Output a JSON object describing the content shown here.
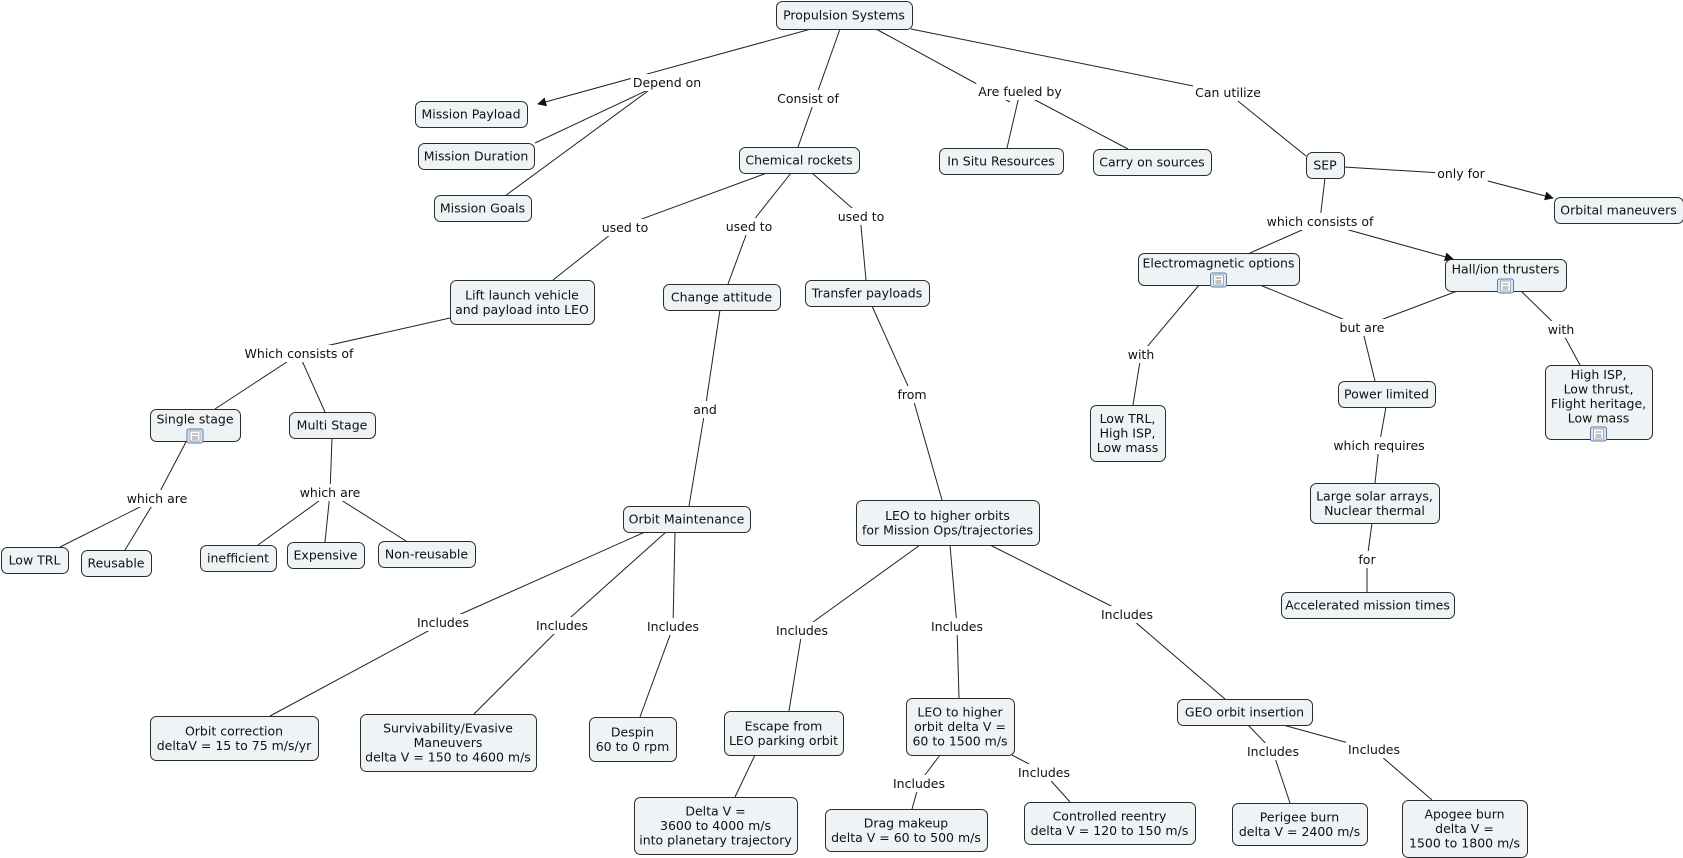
{
  "nodes": {
    "propulsion": [
      "Propulsion Systems"
    ],
    "payload": [
      "Mission Payload"
    ],
    "duration": [
      "Mission Duration"
    ],
    "goals": [
      "Mission Goals"
    ],
    "chemical": [
      "Chemical rockets"
    ],
    "insitu": [
      "In Situ Resources"
    ],
    "carryon": [
      "Carry on sources"
    ],
    "sep": [
      "SEP"
    ],
    "orbitalman": [
      "Orbital maneuvers"
    ],
    "liftlaunch": [
      "Lift launch vehicle",
      "and payload into LEO"
    ],
    "changeatt": [
      "Change attitude"
    ],
    "transfer": [
      "Transfer payloads"
    ],
    "electro": [
      "Electromagnetic options"
    ],
    "hallion": [
      "Hall/ion thrusters"
    ],
    "single": [
      "Single stage"
    ],
    "multi": [
      "Multi Stage"
    ],
    "lowtrl_high": [
      "Low TRL,",
      "High ISP,",
      "Low mass"
    ],
    "powerlim": [
      "Power limited"
    ],
    "highisp": [
      "High ISP,",
      "Low thrust,",
      "Flight heritage,",
      "Low mass"
    ],
    "lowtrl": [
      "Low TRL"
    ],
    "reusable": [
      "Reusable"
    ],
    "inefficient": [
      "inefficient"
    ],
    "expensive": [
      "Expensive"
    ],
    "nonreusable": [
      "Non-reusable"
    ],
    "orbitmaint": [
      "Orbit Maintenance"
    ],
    "leohigher": [
      "LEO to higher orbits",
      "for Mission Ops/trajectories"
    ],
    "solar": [
      "Large solar arrays,",
      "Nuclear thermal"
    ],
    "accel": [
      "Accelerated mission times"
    ],
    "orbitcorr": [
      "Orbit correction",
      "deltaV = 15 to 75 m/s/yr"
    ],
    "surviv": [
      "Survivability/Evasive",
      "Maneuvers",
      "delta V = 150 to 4600 m/s"
    ],
    "despin": [
      "Despin",
      "60 to 0 rpm"
    ],
    "escape": [
      "Escape from",
      "LEO parking orbit"
    ],
    "leohigher2": [
      "LEO to higher",
      "orbit delta V =",
      "60 to 1500 m/s"
    ],
    "geo": [
      "GEO orbit insertion"
    ],
    "deltav": [
      "Delta V =",
      "3600 to 4000 m/s",
      "into planetary trajectory"
    ],
    "drag": [
      "Drag makeup",
      "delta V = 60 to 500 m/s"
    ],
    "reentry": [
      "Controlled reentry",
      "delta V = 120 to 150 m/s"
    ],
    "perigee": [
      "Perigee burn",
      "delta V = 2400 m/s"
    ],
    "apogee": [
      "Apogee burn",
      "delta V =",
      "1500 to 1800 m/s"
    ]
  },
  "links": {
    "dependon": "Depend on",
    "consistof": "Consist of",
    "fueledby": "Are fueled by",
    "canutilize": "Can utilize",
    "usedto1": "used to",
    "usedto2": "used to",
    "usedto3": "used to",
    "onlyfor": "only for",
    "whichconsists": "which consists of",
    "whichconsistsof": "Which consists of",
    "and": "and",
    "from": "from",
    "with1": "with",
    "butare": "but are",
    "with2": "with",
    "whichare1": "which are",
    "whichare2": "which are",
    "whichrequires": "which requires",
    "for": "for",
    "inc1": "Includes",
    "inc2": "Includes",
    "inc3": "Includes",
    "inc4": "Includes",
    "inc5": "Includes",
    "inc6": "Includes",
    "inc7": "Includes",
    "inc8": "Includes",
    "inc9": "Includes",
    "inc10": "Includes"
  },
  "resource_icons": [
    "single",
    "electro",
    "hallion",
    "highisp"
  ],
  "colors": {
    "node_fill": "#eef4f5",
    "node_stroke": "#2b2b2b",
    "line": "#222222",
    "icon_blue": "#5a7fb0"
  }
}
